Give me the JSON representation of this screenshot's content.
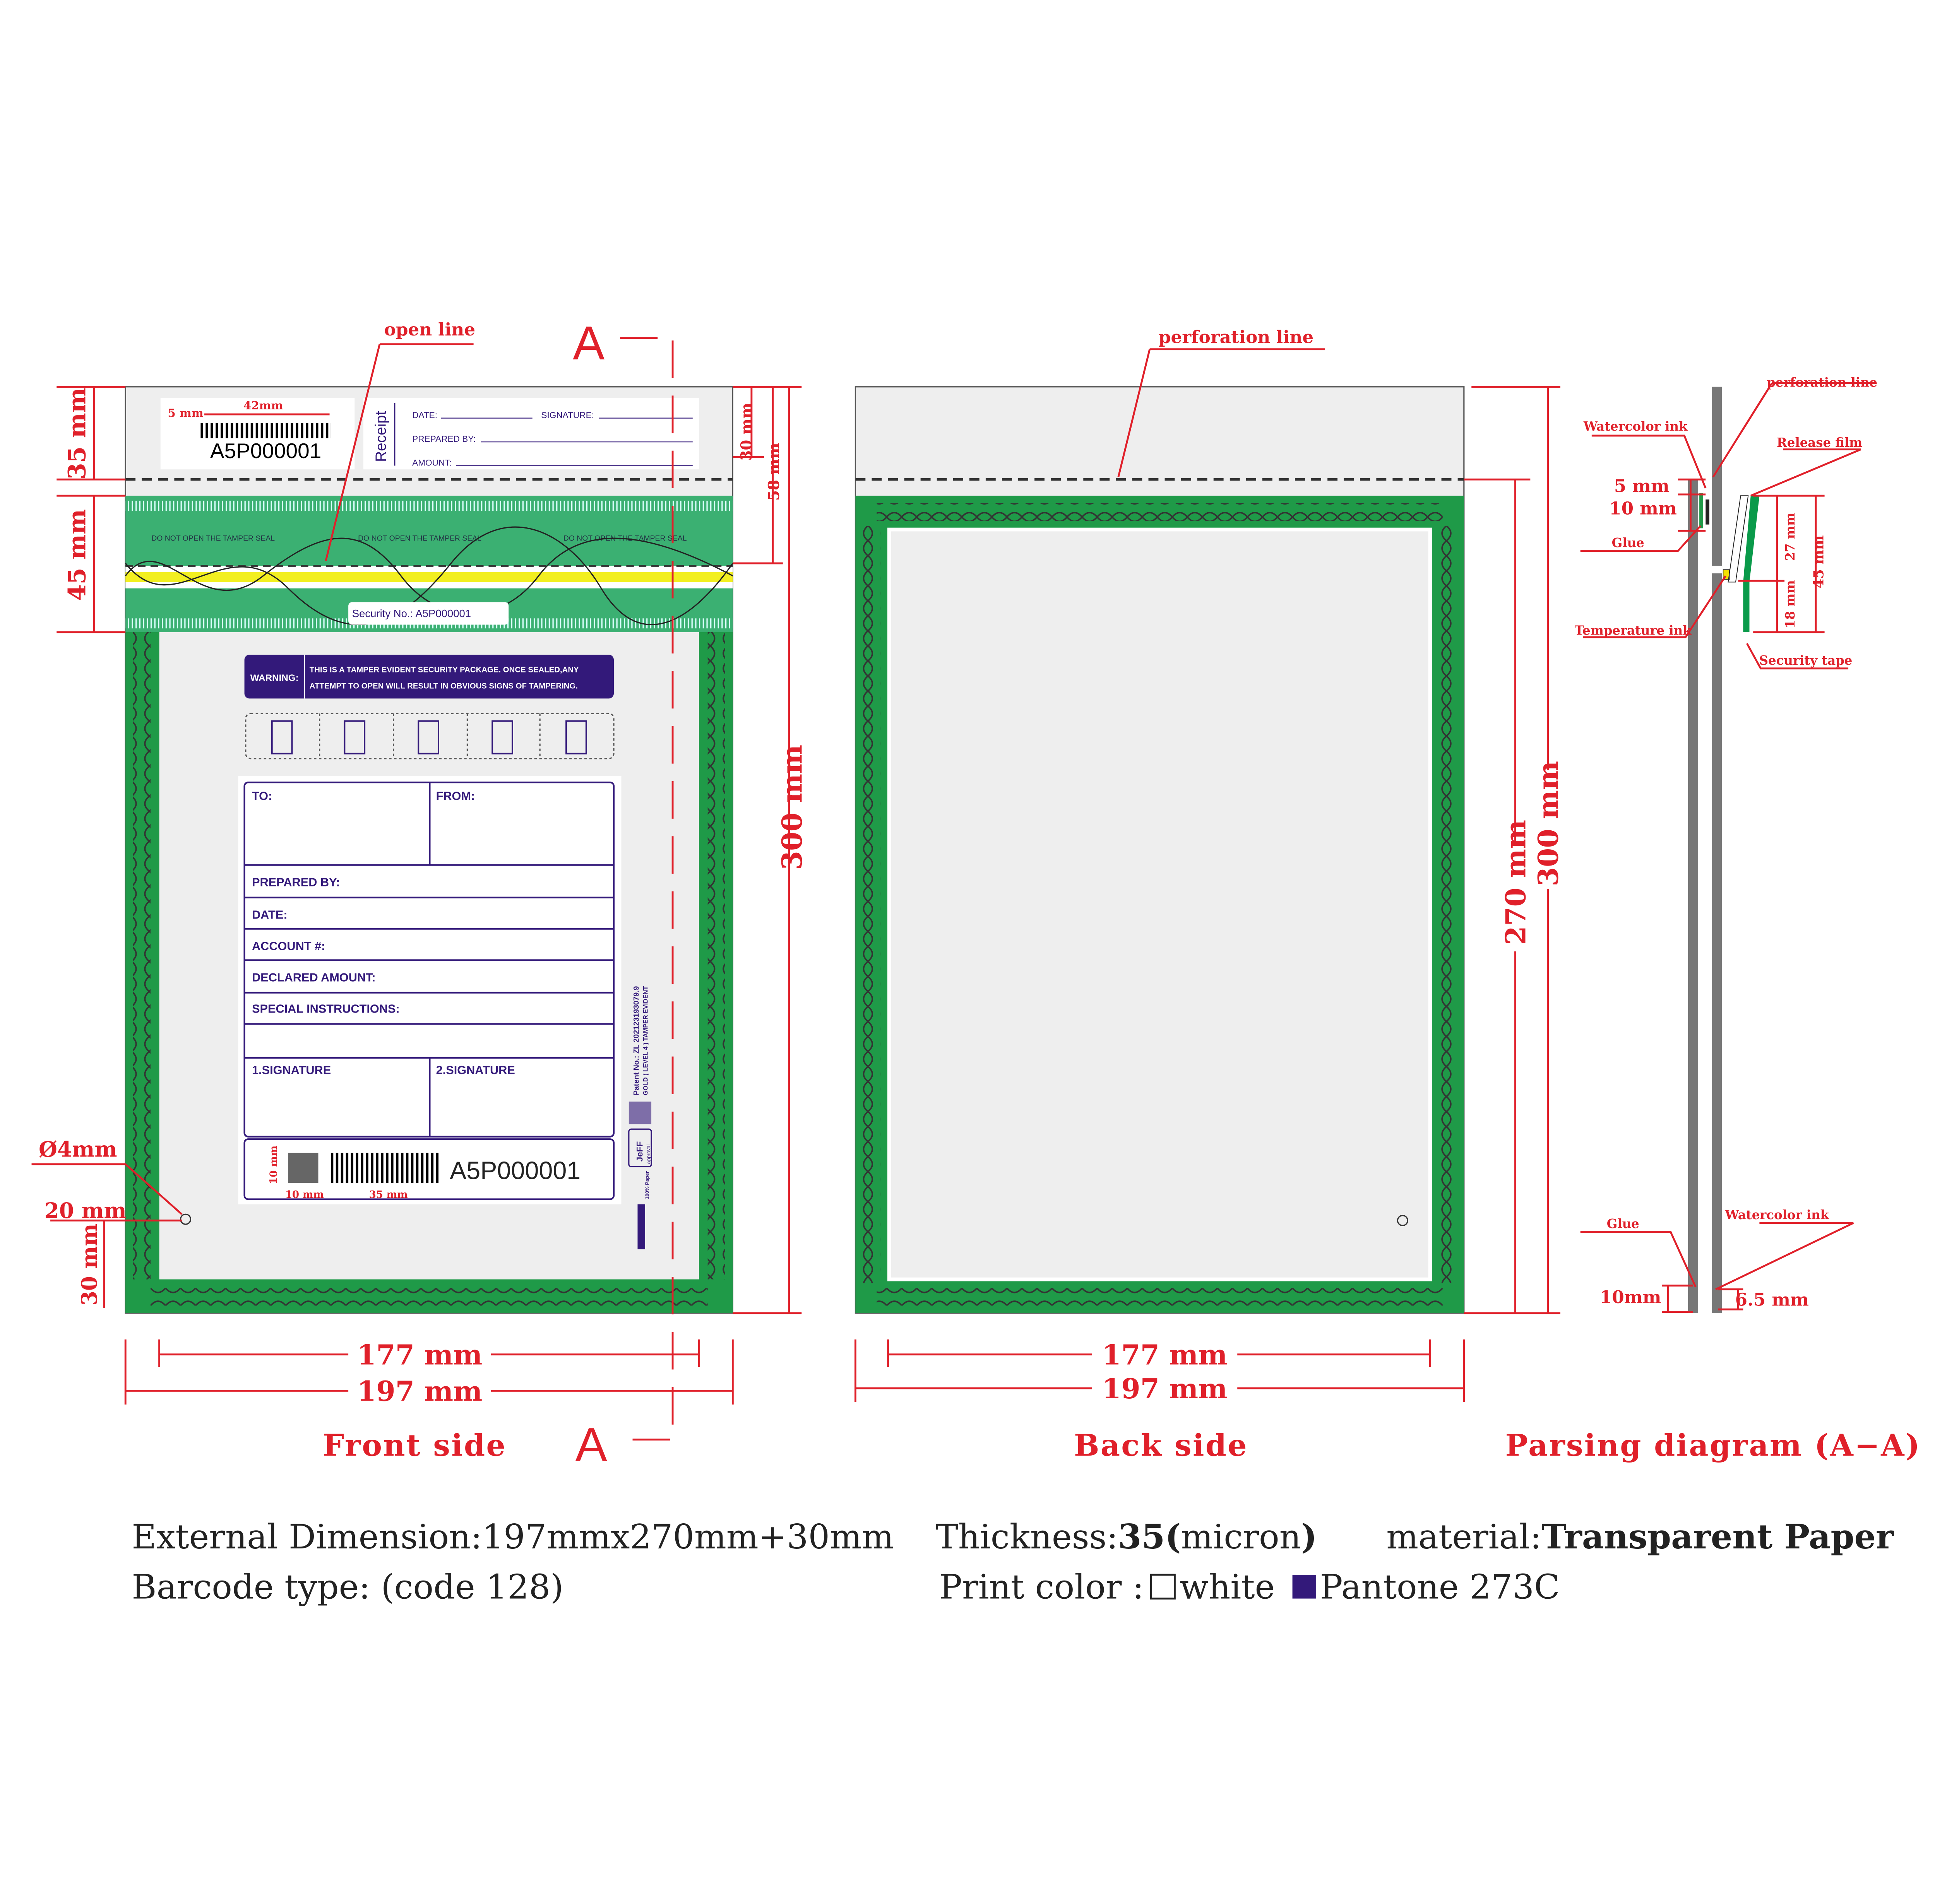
{
  "front": {
    "open_line": "open line",
    "section_mark": "A",
    "title": "Front side",
    "receipt": {
      "dim_42": "42mm",
      "dim_5": "5 mm",
      "serial": "A5P000001",
      "label": "Receipt",
      "date": "DATE:",
      "signature": "SIGNATURE:",
      "prepared_by": "PREPARED BY:",
      "amount": "AMOUNT:"
    },
    "seal_text": "DO NOT OPEN THE TAMPER SEAL",
    "security_no": "Security No.:  A5P000001",
    "warning": {
      "label": "WARNING:",
      "line1": "THIS IS A TAMPER EVIDENT SECURITY PACKAGE. ONCE SEALED,ANY",
      "line2": "ATTEMPT TO  OPEN WILL RESULT IN OBVIOUS SIGNS OF TAMPERING."
    },
    "form": {
      "to": "TO:",
      "from": "FROM:",
      "prepared_by": "PREPARED  BY:",
      "date": "DATE:",
      "account": "ACCOUNT #:",
      "declared": "DECLARED  AMOUNT:",
      "special": "SPECIAL  INSTRUCTIONS:",
      "sig1": "1.SIGNATURE",
      "sig2": "2.SIGNATURE",
      "serial": "A5P000001",
      "dim_10": "10 mm",
      "dim_10b": "10 mm",
      "dim_35": "35 mm"
    },
    "patent": "Patent No.:  ZL 202123193079.9",
    "grade": "GOLD ( LEVEL 4 ) TAMPER EVIDENT",
    "jeff": "JeFF",
    "approval": "Approval",
    "paper": "100% Paper",
    "dims": {
      "d35": "35 mm",
      "d45": "45 mm",
      "d30": "30 mm",
      "d58": "58 mm",
      "d300": "300 mm",
      "hole": "Ø4mm",
      "d20": "20 mm",
      "d30b": "30 mm",
      "w177": "177 mm",
      "w197": "197 mm"
    }
  },
  "back": {
    "perforation_line": "perforation line",
    "title": "Back side",
    "dims": {
      "d270": "270 mm",
      "d300": "300 mm",
      "w177": "177 mm",
      "w197": "197 mm"
    }
  },
  "parsing": {
    "title": "Parsing diagram (A−A)",
    "perforation_line": "perforation line",
    "watercolor_ink": "Watercolor ink",
    "release_film": "Release film",
    "d5": "5 mm",
    "d10": "10 mm",
    "glue": "Glue",
    "d27": "27 mm",
    "d45": "45 mm",
    "d18": "18 mm",
    "temperature_ink": "Temperature ink",
    "security_tape": "Security tape",
    "glue2": "Glue",
    "watercolor_ink2": "Watercolor ink",
    "d10b": "10mm",
    "d65": "6.5 mm"
  },
  "specs": {
    "dimension": "External Dimension:197mmx270mm+30mm",
    "thickness_label": "Thickness:",
    "thickness_value": "35(",
    "thickness_unit": "micron",
    ")": ")",
    "thickness_close": ")",
    "material_label": "material:",
    "material_value": "Transparent  Paper",
    "barcode": "Barcode type: (code 128)",
    "print_label": "Print color : ",
    "white": "white",
    "pantone": "Pantone 273C"
  },
  "colors": {
    "green": "#2a9e5a",
    "navy": "#33197a",
    "red": "#e0202a"
  }
}
